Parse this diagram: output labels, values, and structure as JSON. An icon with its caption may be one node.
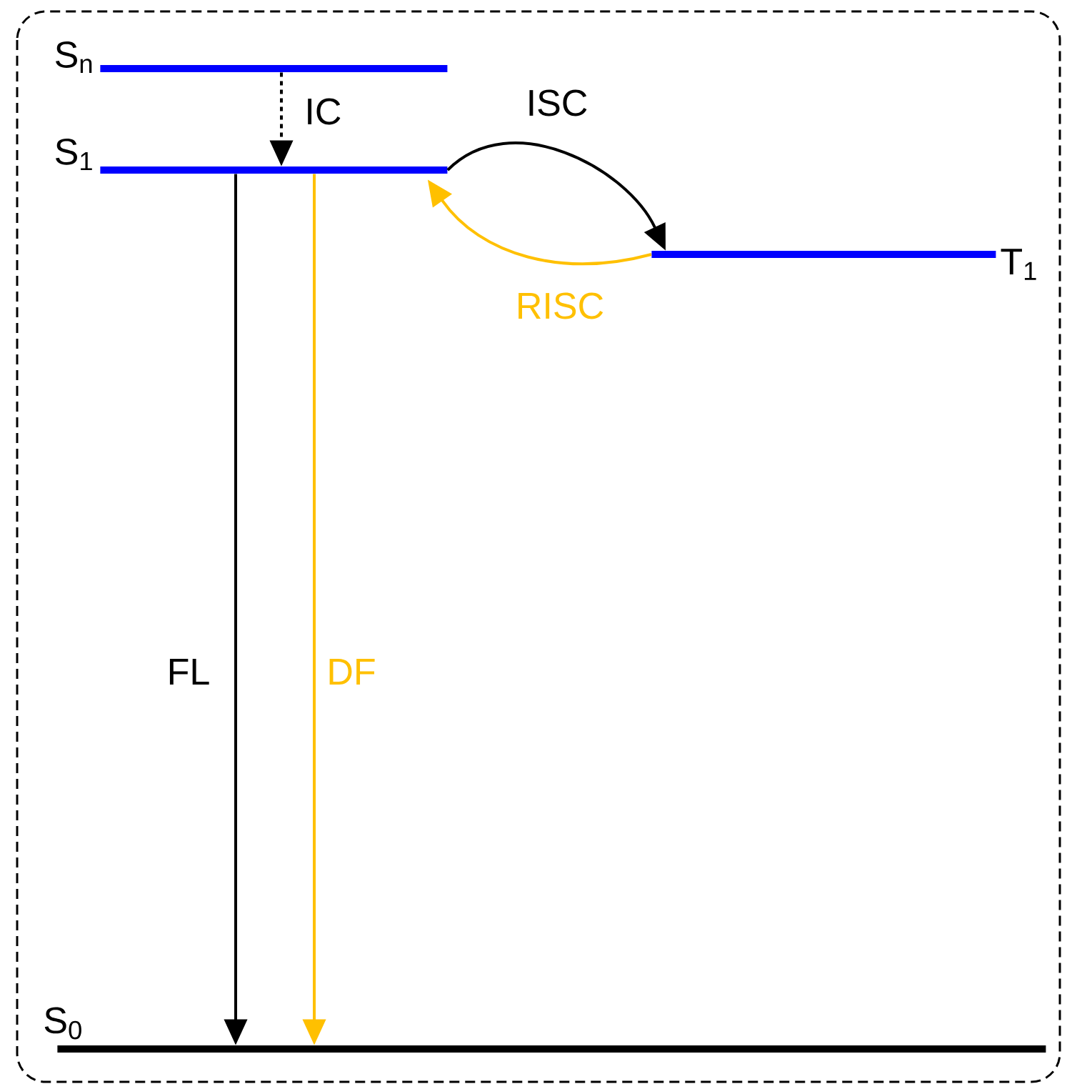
{
  "diagram": {
    "nodes": [
      {
        "text": [
          "S$_{n}$"
        ]
      },
      {
        "text": [
          "S$_{1}$"
        ]
      },
      {
        "text": [
          "T$_{1}$"
        ]
      },
      {
        "text": [
          "S$_{0}$"
        ]
      }
    ],
    "edges": [
      {
        "from": 0,
        "to": 1,
        "arrow": "to",
        "style": "dashed",
        "label": "IC"
      },
      {
        "from": 1,
        "to": 2,
        "arrow": "to",
        "label": "ISC"
      },
      {
        "from": 2,
        "to": 1,
        "arrow": "to",
        "color": "#ffc000",
        "label": "RISC"
      },
      {
        "from": 1,
        "to": 3,
        "arrow": "to",
        "label": "FL"
      },
      {
        "from": 1,
        "to": 3,
        "arrow": "to",
        "color": "#ffc000",
        "label": "DF"
      }
    ]
  }
}
